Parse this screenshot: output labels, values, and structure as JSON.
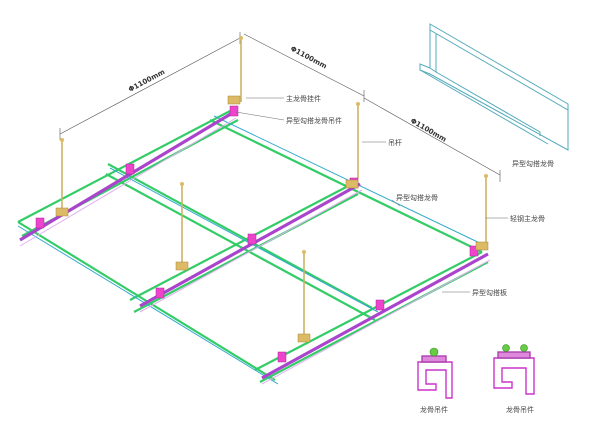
{
  "dimensions": {
    "left": "Φ1100mm",
    "top": "Φ1100mm",
    "right": "Φ1100mm"
  },
  "labels": {
    "main_keel_hanger": "主龙骨挂件",
    "special_keel_hanger": "异型勾搭龙骨吊件",
    "rod": "吊杆",
    "special_keel": "异型勾搭龙骨",
    "light_steel_main_keel": "轻钢主龙骨",
    "special_panel": "异型勾搭板",
    "profile_keel": "异型勾搭龙骨",
    "keel_hanger_1": "龙骨吊件",
    "keel_hanger_2": "龙骨吊件"
  },
  "colors": {
    "green_keel": "#33cc66",
    "cyan_edge": "#33aacc",
    "purple_main": "#aa44cc",
    "magenta_clip": "#ee44cc",
    "rod": "#ccb366",
    "profile": "#55aabb"
  }
}
